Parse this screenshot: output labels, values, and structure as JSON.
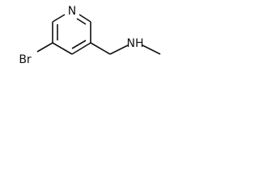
{
  "molecule": {
    "atoms": {
      "ring_nitrogen": "N",
      "bromine": "Br",
      "amine": "NH"
    }
  }
}
